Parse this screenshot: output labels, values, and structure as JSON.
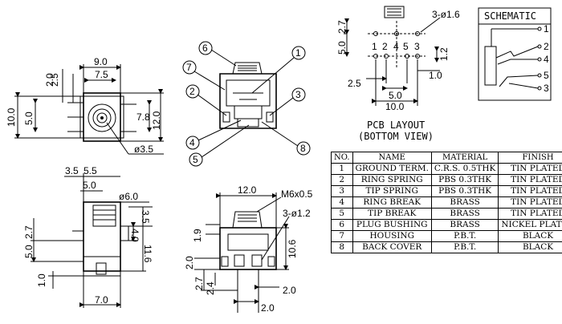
{
  "front_view": {
    "dims": [
      "9.0",
      "7.5",
      "2.5",
      "2.0",
      "10.0",
      "5.0",
      "7.8",
      "12.0",
      "ø3.5"
    ]
  },
  "perspective_view": {
    "callouts": [
      "1",
      "2",
      "3",
      "4",
      "5",
      "6",
      "7",
      "8"
    ]
  },
  "pcb_layout": {
    "dims": [
      "2.7",
      "5.0",
      "3-ø1.6",
      "1.2",
      "2.5",
      "1.0",
      "5.0",
      "10.0"
    ],
    "pin_labels": [
      "1",
      "2",
      "4",
      "5",
      "3"
    ],
    "caption_line1": "PCB LAYOUT",
    "caption_line2": "(BOTTOM VIEW)"
  },
  "schematic": {
    "title": "SCHEMATIC",
    "pins": [
      "1",
      "2",
      "4",
      "5",
      "3"
    ]
  },
  "side_view": {
    "dims": [
      "3.5",
      "5.5",
      "5.0",
      "ø6.0",
      "3.5",
      "4.0",
      "11.6",
      "2.7",
      "5.0",
      "1.0",
      "7.0"
    ]
  },
  "bottom_view": {
    "dims": [
      "12.0",
      "M6x0.5",
      "3-ø1.2",
      "1.9",
      "10.6",
      "2.0",
      "2.7",
      "2.4",
      "2.0",
      "2.0"
    ]
  },
  "parts_table": {
    "headers": [
      "NO.",
      "NAME",
      "MATERIAL",
      "FINISH"
    ],
    "rows": [
      {
        "no": "1",
        "name": "GROUND TERM.",
        "material": "C.R.S. 0.5THK",
        "finish": "TIN PLATED"
      },
      {
        "no": "2",
        "name": "RING SPRING",
        "material": "PBS 0.3THK",
        "finish": "TIN PLATED"
      },
      {
        "no": "3",
        "name": "TIP SPRING",
        "material": "PBS 0.3THK",
        "finish": "TIN PLATED"
      },
      {
        "no": "4",
        "name": "RING BREAK",
        "material": "BRASS",
        "finish": "TIN PLATED"
      },
      {
        "no": "5",
        "name": "TIP BREAK",
        "material": "BRASS",
        "finish": "TIN PLATED"
      },
      {
        "no": "6",
        "name": "PLUG BUSHING",
        "material": "BRASS",
        "finish": "NICKEL PLATED"
      },
      {
        "no": "7",
        "name": "HOUSING",
        "material": "P.B.T.",
        "finish": "BLACK"
      },
      {
        "no": "8",
        "name": "BACK COVER",
        "material": "P.B.T.",
        "finish": "BLACK"
      }
    ]
  }
}
